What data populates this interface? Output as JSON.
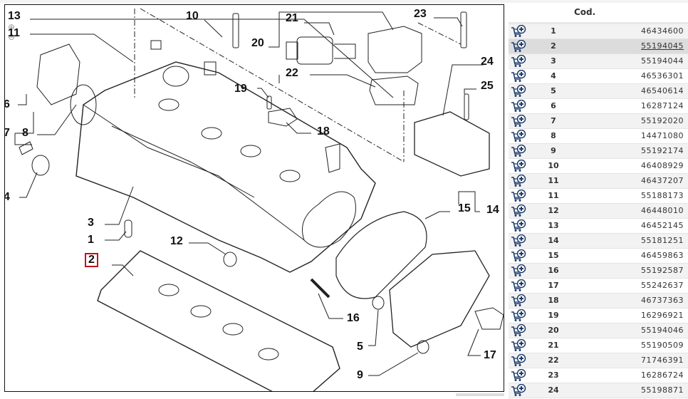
{
  "diagram": {
    "callouts": [
      {
        "id": "13",
        "label": "13"
      },
      {
        "id": "11a",
        "label": "11"
      },
      {
        "id": "10",
        "label": "10"
      },
      {
        "id": "21",
        "label": "21"
      },
      {
        "id": "20",
        "label": "20"
      },
      {
        "id": "22",
        "label": "22"
      },
      {
        "id": "23",
        "label": "23"
      },
      {
        "id": "24",
        "label": "24"
      },
      {
        "id": "25",
        "label": "25"
      },
      {
        "id": "19",
        "label": "19"
      },
      {
        "id": "18",
        "label": "18"
      },
      {
        "id": "6",
        "label": "6"
      },
      {
        "id": "7",
        "label": "7"
      },
      {
        "id": "8",
        "label": "8"
      },
      {
        "id": "4",
        "label": "4"
      },
      {
        "id": "3",
        "label": "3"
      },
      {
        "id": "1",
        "label": "1"
      },
      {
        "id": "2",
        "label": "2"
      },
      {
        "id": "12",
        "label": "12"
      },
      {
        "id": "15",
        "label": "15"
      },
      {
        "id": "14",
        "label": "14"
      },
      {
        "id": "16",
        "label": "16"
      },
      {
        "id": "5",
        "label": "5"
      },
      {
        "id": "9",
        "label": "9"
      },
      {
        "id": "17",
        "label": "17"
      }
    ],
    "selected_callout": "2",
    "zoom_in_icon": "magnifier-plus",
    "zoom_out_icon": "magnifier-minus"
  },
  "parts_table": {
    "header": {
      "code_label": "Cod."
    },
    "cart_icon": "cart-add",
    "rows": [
      {
        "num": "1",
        "code": "46434600"
      },
      {
        "num": "2",
        "code": "55194045",
        "selected": true
      },
      {
        "num": "3",
        "code": "55194044"
      },
      {
        "num": "4",
        "code": "46536301"
      },
      {
        "num": "5",
        "code": "46540614"
      },
      {
        "num": "6",
        "code": "16287124"
      },
      {
        "num": "7",
        "code": "55192020"
      },
      {
        "num": "8",
        "code": "14471080"
      },
      {
        "num": "9",
        "code": "55192174"
      },
      {
        "num": "10",
        "code": "46408929"
      },
      {
        "num": "11",
        "code": "46437207"
      },
      {
        "num": "11",
        "code": "55188173"
      },
      {
        "num": "12",
        "code": "46448010"
      },
      {
        "num": "13",
        "code": "46452145"
      },
      {
        "num": "14",
        "code": "55181251"
      },
      {
        "num": "15",
        "code": "46459863"
      },
      {
        "num": "16",
        "code": "55192587"
      },
      {
        "num": "17",
        "code": "55242637"
      },
      {
        "num": "18",
        "code": "46737363"
      },
      {
        "num": "19",
        "code": "16296921"
      },
      {
        "num": "20",
        "code": "55194046"
      },
      {
        "num": "21",
        "code": "55190509"
      },
      {
        "num": "22",
        "code": "71746391"
      },
      {
        "num": "23",
        "code": "16286724"
      },
      {
        "num": "24",
        "code": "55198871"
      }
    ]
  }
}
